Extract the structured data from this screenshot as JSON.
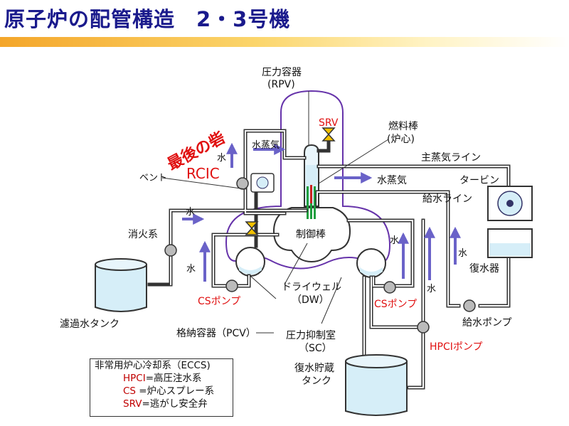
{
  "title": "原子炉の配管構造　2・3号機",
  "labels": {
    "rpv": "圧力容器",
    "rpv_abbr": "(RPV)",
    "srv": "SRV",
    "fuel_rod": "燃料棒",
    "core": "(炉心)",
    "last_fortress": "最後の砦",
    "rcic": "RCIC",
    "water_left": "水",
    "steam_top": "水蒸気",
    "main_steam_line": "主蒸気ライン",
    "steam_right": "水蒸気",
    "turbine": "タービン",
    "vent": "ベント",
    "feedwater_line": "給水ライン",
    "water_top": "水",
    "fire_system": "消火系",
    "control_rod": "制御棒",
    "water_mid": "水",
    "water_right_a": "水",
    "condenser": "復水器",
    "water_left_low": "水",
    "drywell": "ドライウェル",
    "drywell_abbr": "（DW）",
    "water_right_b": "水",
    "filter_tank": "濾過水タンク",
    "cs_pump_left": "CSポンプ",
    "cs_pump_right": "CSポンプ",
    "feedwater_pump": "給水ポンプ",
    "pcv": "格納容器（PCV）",
    "suppression": "圧力抑制室",
    "suppression_abbr": "（SC）",
    "hpci_pump": "HPCIポンプ",
    "cst_1": "復水貯蔵",
    "cst_2": "タンク"
  },
  "legend": {
    "heading": "非常用炉心冷却系（ECCS)",
    "items": [
      {
        "key": "HPCI",
        "desc": "=高圧注水系"
      },
      {
        "key": "CS",
        "desc": "  =炉心スプレー系"
      },
      {
        "key": "SRV",
        "desc": "=逃がし安全弁"
      }
    ]
  },
  "colors": {
    "title": "#1a1a8c",
    "pcv_outline": "#6633aa",
    "arrow": "#6a62c8",
    "emphasis_red": "#e01010",
    "pipe": "#333333",
    "valve": "#f2c100",
    "tank_fill": "#d6eef8",
    "fuel_green": "#1e9e3e",
    "fuel_red": "#cc2222"
  }
}
